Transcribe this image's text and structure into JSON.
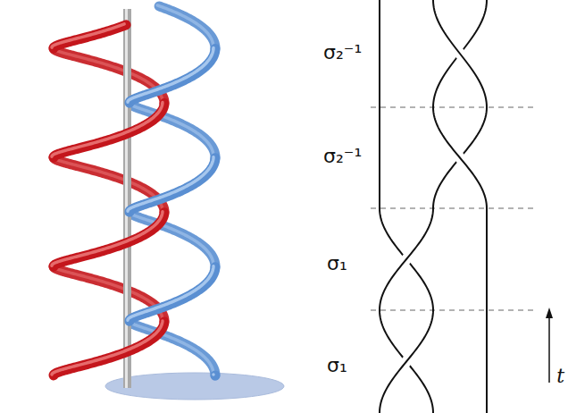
{
  "diagram": {
    "labels": [
      "σ₂⁻¹",
      "σ₂⁻¹",
      "σ₁",
      "σ₁",
      "t"
    ]
  }
}
